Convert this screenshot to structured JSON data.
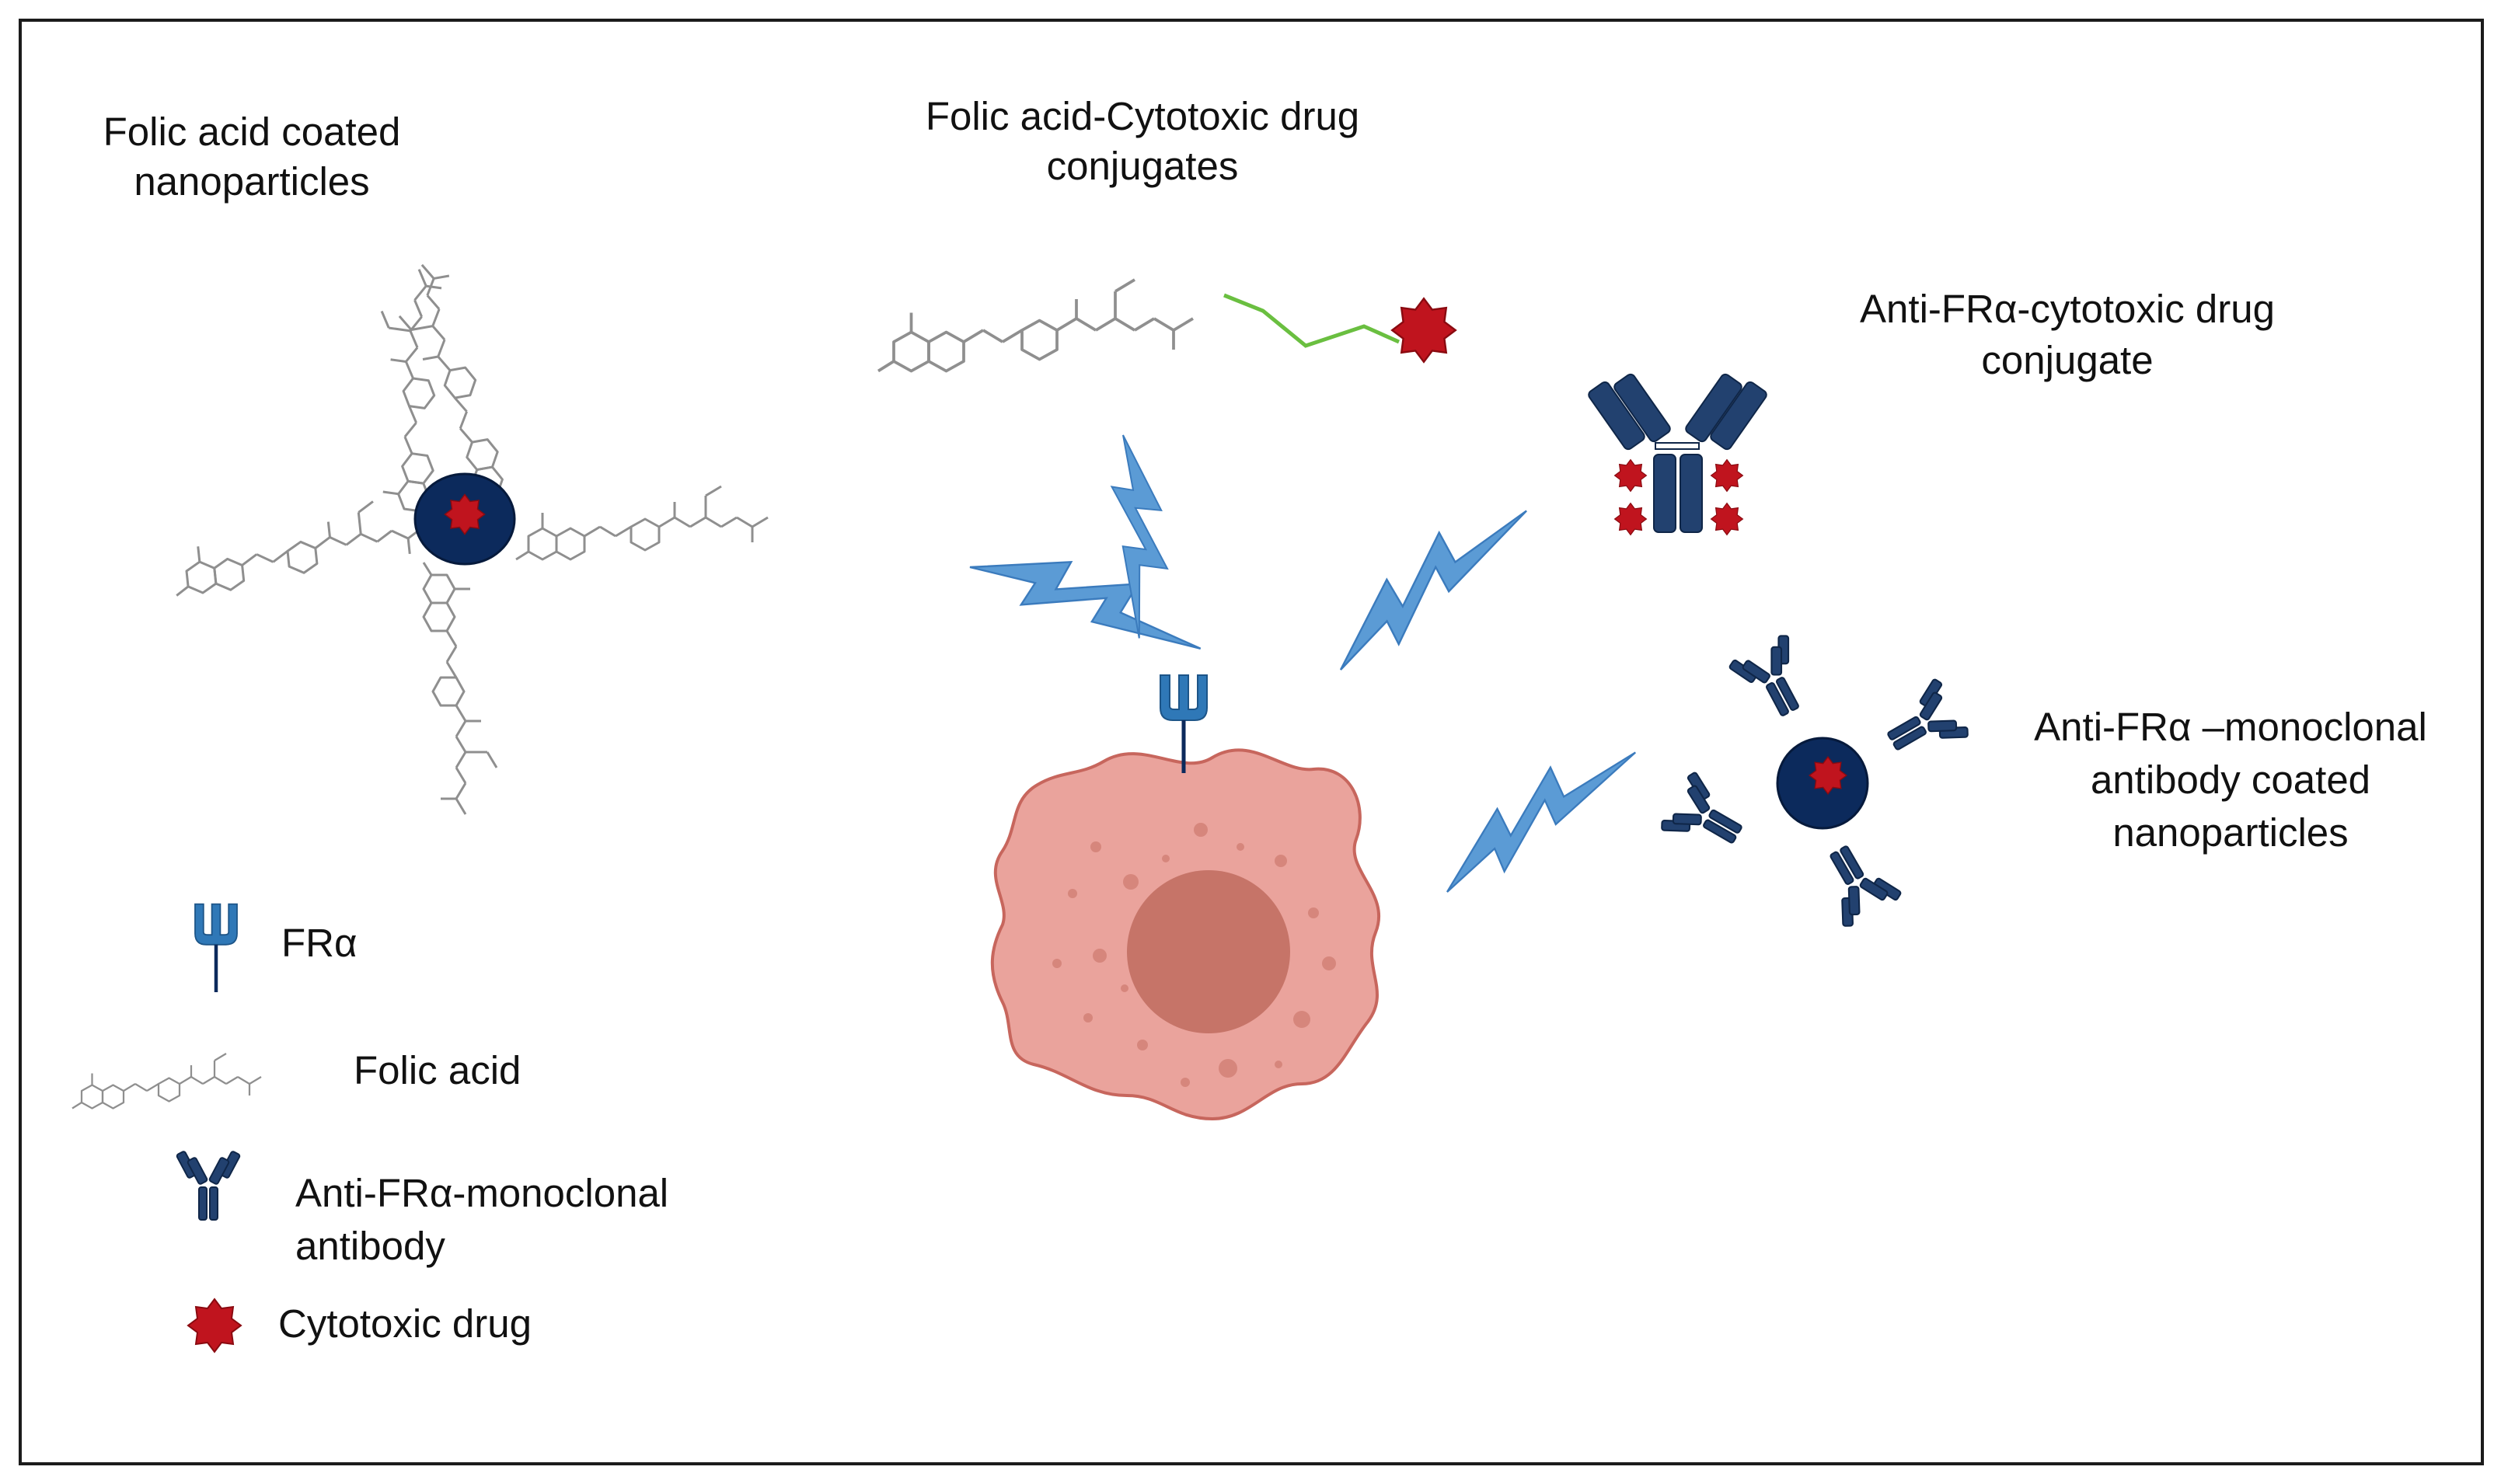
{
  "labels": {
    "folic_np_line1": "Folic acid coated",
    "folic_np_line2": "nanoparticles",
    "fa_drug_line1": "Folic acid-Cytotoxic drug",
    "fa_drug_line2": "conjugates",
    "adc_line1": "Anti-FRα-cytotoxic drug",
    "adc_line2": "conjugate",
    "mab_np_line1": "Anti-FRα –monoclonal",
    "mab_np_line2": "antibody coated",
    "mab_np_line3": "nanoparticles"
  },
  "legend": {
    "fra": "FRα",
    "folic_acid": "Folic acid",
    "mab_line1": "Anti-FRα-monoclonal",
    "mab_line2": "antibody",
    "drug": "Cytotoxic drug"
  },
  "colors": {
    "antibody": "#22416f",
    "receptor": "#2f78b7",
    "nanoparticle": "#0c2a5c",
    "drug": "#c0141e",
    "cell": "#eaa39c",
    "cell_outline": "#c7665d",
    "nucleus": "#c67468",
    "lightning": "#5b9bd5",
    "linker": "#6abf40",
    "molecule": "#8a8a8a"
  }
}
